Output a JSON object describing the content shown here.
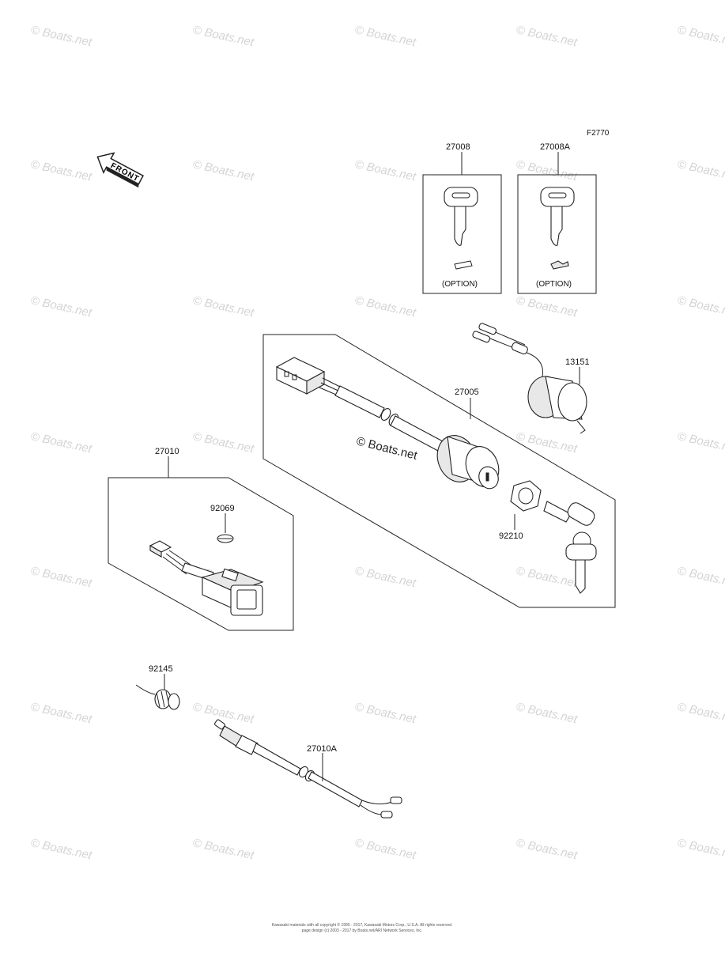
{
  "diagram": {
    "figure_code": "F2770",
    "front_label": "FRONT",
    "parts": [
      {
        "id": "key1",
        "number": "27008",
        "note": "(OPTION)"
      },
      {
        "id": "key2",
        "number": "27008A",
        "note": "(OPTION)"
      },
      {
        "id": "socket",
        "number": "13151"
      },
      {
        "id": "ignition",
        "number": "27005"
      },
      {
        "id": "nut",
        "number": "92210"
      },
      {
        "id": "switch",
        "number": "27010"
      },
      {
        "id": "bulb",
        "number": "92069"
      },
      {
        "id": "spring",
        "number": "92145"
      },
      {
        "id": "lanyard",
        "number": "27010A"
      }
    ],
    "center_watermark": "© Boats.net",
    "watermark": "© Boats.net",
    "footer_line1": "Kawasaki materials with all copyright © 1995 - 2017, Kawasaki Motors Corp., U.S.A. All rights reserved.",
    "footer_line2": "page design (c) 2003 - 2017 by Boats.net/ARI Network Services, Inc."
  }
}
